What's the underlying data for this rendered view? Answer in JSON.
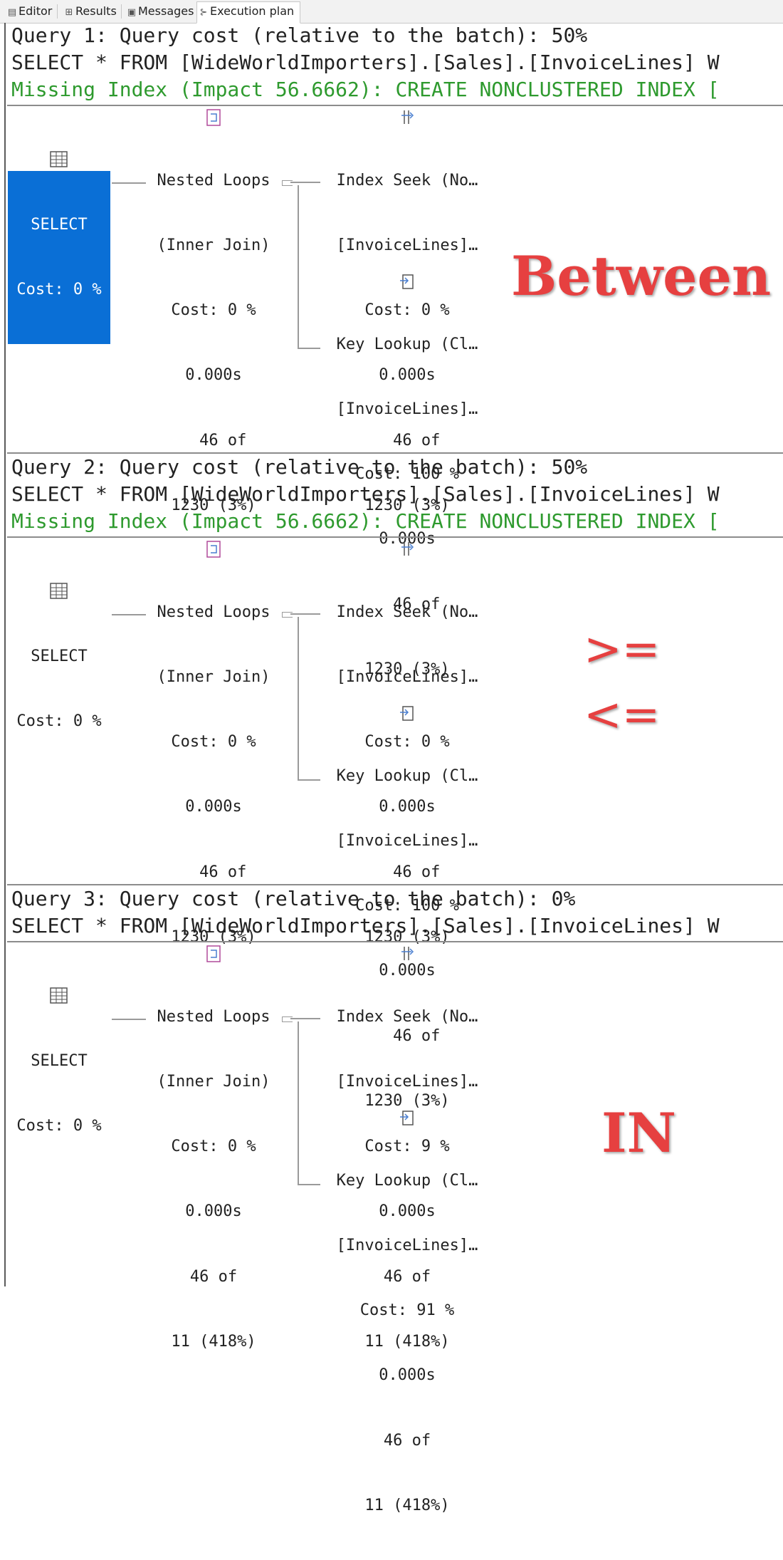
{
  "tabs": [
    {
      "label": "Editor",
      "icon": "editor-icon"
    },
    {
      "label": "Results",
      "icon": "grid-icon"
    },
    {
      "label": "Messages",
      "icon": "messages-icon"
    },
    {
      "label": "Execution plan",
      "icon": "execution-plan-icon"
    }
  ],
  "queries": [
    {
      "header": "Query 1: Query cost (relative to the batch): 50%",
      "sql": "SELECT * FROM [WideWorldImporters].[Sales].[InvoiceLines] W",
      "missing_index": "Missing Index (Impact 56.6662): CREATE NONCLUSTERED INDEX [",
      "select": {
        "label": "SELECT",
        "cost": "Cost: 0 %"
      },
      "nested_loops": {
        "lines": [
          "Nested Loops",
          "(Inner Join)",
          "Cost: 0 %",
          "0.000s",
          "  46 of",
          "1230 (3%)"
        ]
      },
      "index_seek": {
        "lines": [
          "Index Seek (No…",
          "[InvoiceLines]…",
          "Cost: 0 %",
          "0.000s",
          "  46 of",
          "1230 (3%)"
        ]
      },
      "key_lookup": {
        "lines": [
          "Key Lookup (Cl…",
          "[InvoiceLines]…",
          "Cost: 100 %",
          "0.000s",
          "  46 of",
          "1230 (3%)"
        ]
      },
      "annotation": "Between"
    },
    {
      "header": "Query 2: Query cost (relative to the batch): 50%",
      "sql": "SELECT * FROM [WideWorldImporters].[Sales].[InvoiceLines] W",
      "missing_index": "Missing Index (Impact 56.6662): CREATE NONCLUSTERED INDEX [",
      "select": {
        "label": "SELECT",
        "cost": "Cost: 0 %"
      },
      "nested_loops": {
        "lines": [
          "Nested Loops",
          "(Inner Join)",
          "Cost: 0 %",
          "0.000s",
          "  46 of",
          "1230 (3%)"
        ]
      },
      "index_seek": {
        "lines": [
          "Index Seek (No…",
          "[InvoiceLines]…",
          "Cost: 0 %",
          "0.000s",
          "  46 of",
          "1230 (3%)"
        ]
      },
      "key_lookup": {
        "lines": [
          "Key Lookup (Cl…",
          "[InvoiceLines]…",
          "Cost: 100 %",
          "0.000s",
          "  46 of",
          "1230 (3%)"
        ]
      },
      "annotation_a": ">=",
      "annotation_b": "<="
    },
    {
      "header": "Query 3: Query cost (relative to the batch): 0%",
      "sql": "SELECT * FROM [WideWorldImporters].[Sales].[InvoiceLines] W",
      "select": {
        "label": "SELECT",
        "cost": "Cost: 0 %"
      },
      "nested_loops": {
        "lines": [
          "Nested Loops",
          "(Inner Join)",
          "Cost: 0 %",
          "0.000s",
          "46 of",
          "11 (418%)"
        ]
      },
      "index_seek": {
        "lines": [
          "Index Seek (No…",
          "[InvoiceLines]…",
          "Cost: 9 %",
          "0.000s",
          "46 of",
          "11 (418%)"
        ]
      },
      "key_lookup": {
        "lines": [
          "Key Lookup (Cl…",
          "[InvoiceLines]…",
          "Cost: 91 %",
          "0.000s",
          "46 of",
          "11 (418%)"
        ]
      },
      "annotation": "IN"
    }
  ],
  "colors": {
    "selection": "#0a6fd6",
    "missing_index_text": "#2e9a2e",
    "annotation": "#e64040",
    "connector": "#9a9a9a"
  }
}
